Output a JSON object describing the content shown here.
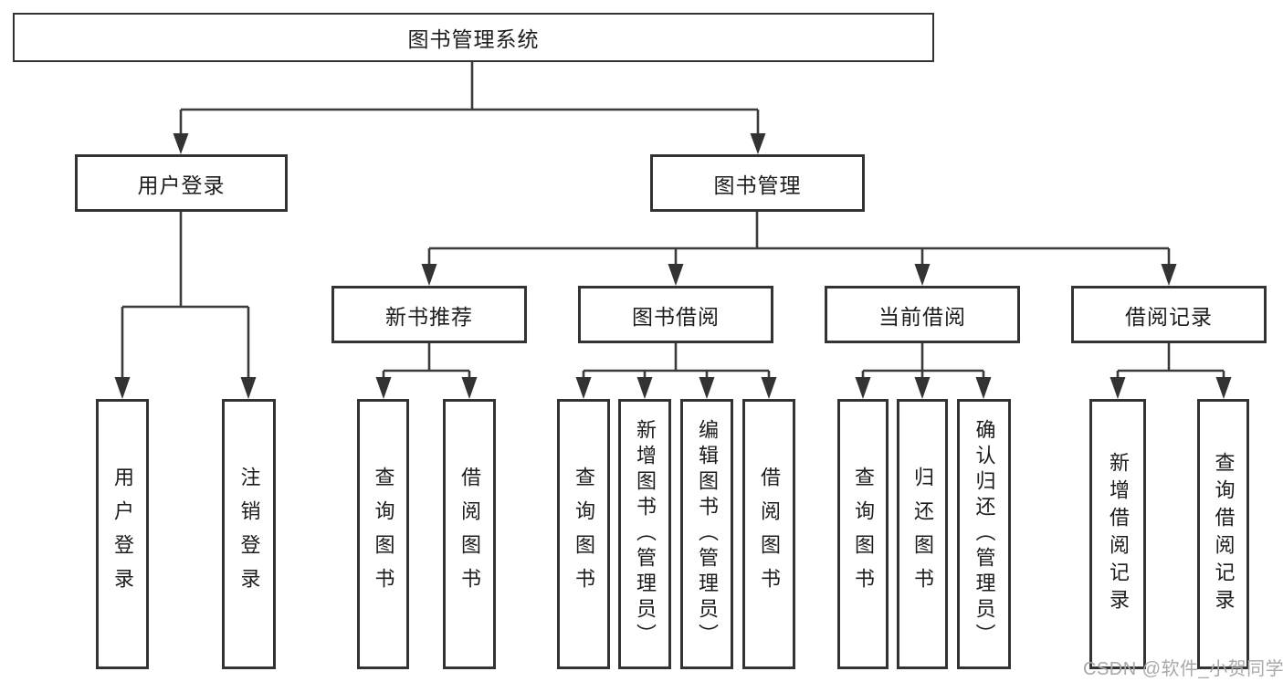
{
  "tree": {
    "root": "图书管理系统",
    "user_login": {
      "label": "用户登录",
      "children": [
        "用户登录",
        "注销登录"
      ]
    },
    "book_mgmt": {
      "label": "图书管理",
      "sections": [
        {
          "label": "新书推荐",
          "children": [
            "查询图书",
            "借阅图书"
          ]
        },
        {
          "label": "图书借阅",
          "children": [
            "查询图书",
            "新增图书（管理员）",
            "编辑图书（管理员）",
            "借阅图书"
          ]
        },
        {
          "label": "当前借阅",
          "children": [
            "查询图书",
            "归还图书",
            "确认归还（管理员）"
          ]
        },
        {
          "label": "借阅记录",
          "children": [
            "新增借阅记录",
            "查询借阅记录"
          ]
        }
      ]
    }
  },
  "watermark": {
    "text": "CSDN @软件_小贺同学",
    "color": "#a9a9a9"
  },
  "colors": {
    "background": "#ffffff",
    "box_border": "#333333",
    "connector_line": "#3a3a3a",
    "text": "#1c1c1c"
  }
}
